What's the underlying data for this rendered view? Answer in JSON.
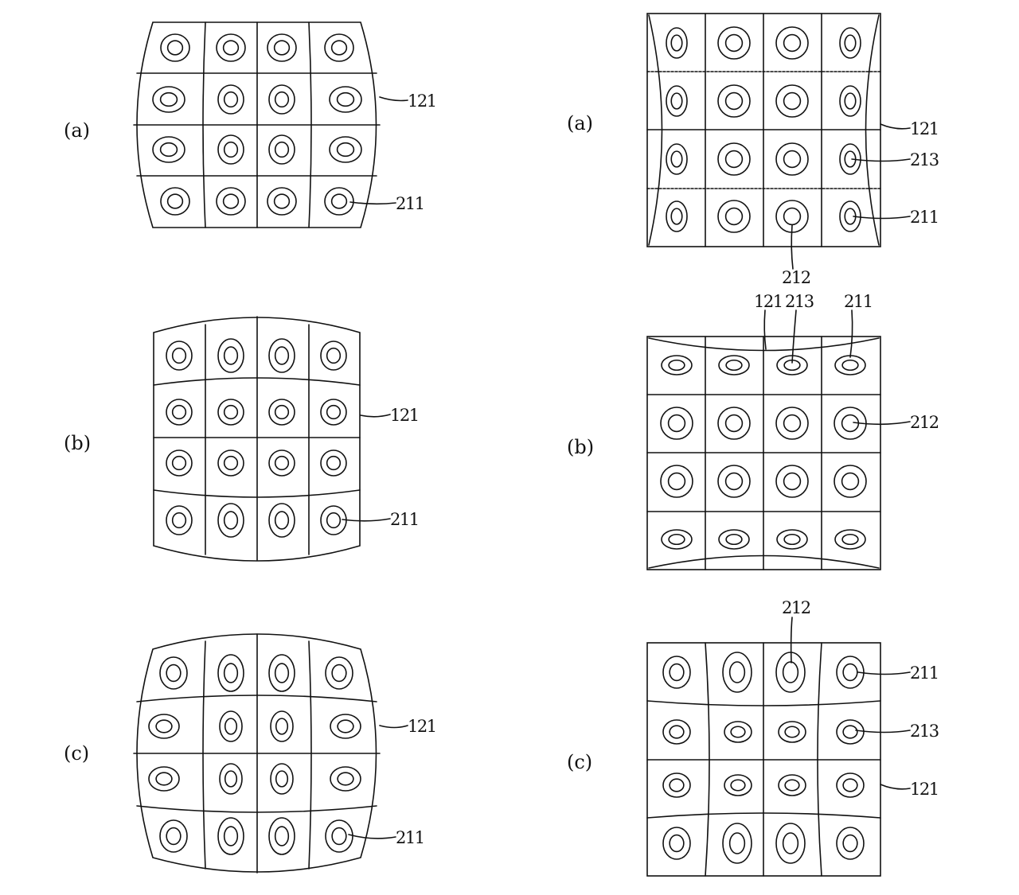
{
  "left_figures": [
    {
      "panel": "(a)",
      "frame_ref": "121",
      "lens_ref": "211"
    },
    {
      "panel": "(b)",
      "frame_ref": "121",
      "lens_ref": "211"
    },
    {
      "panel": "(c)",
      "frame_ref": "121",
      "lens_ref": "211"
    }
  ],
  "right_figures": [
    {
      "panel": "(a)",
      "refs": [
        "121",
        "213",
        "211",
        "212"
      ]
    },
    {
      "panel": "(b)",
      "refs": [
        "121",
        "213",
        "211",
        "212"
      ]
    },
    {
      "panel": "(c)",
      "refs": [
        "212",
        "211",
        "213",
        "121"
      ]
    }
  ],
  "style": {
    "line_color": "#111111",
    "background": "#ffffff"
  }
}
